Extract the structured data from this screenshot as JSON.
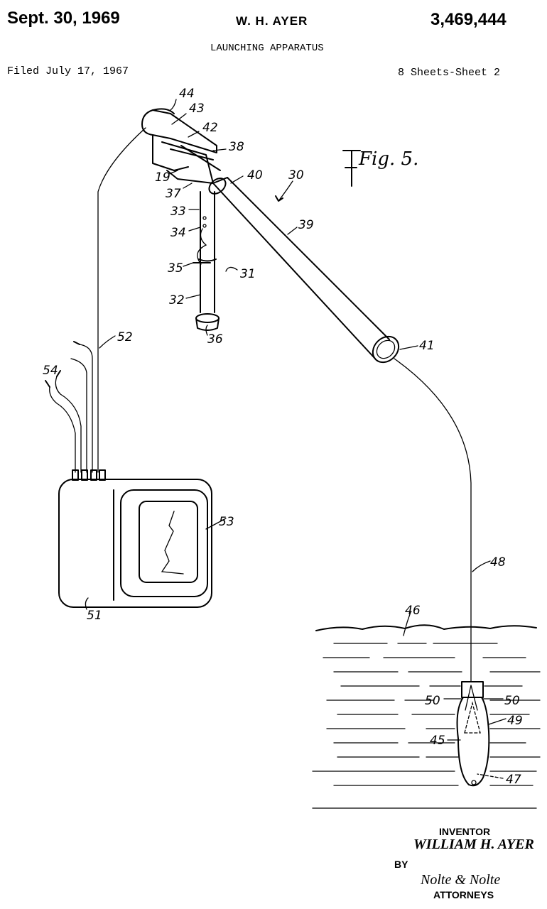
{
  "header": {
    "date": "Sept. 30, 1969",
    "inventor_name": "W. H. AYER",
    "patent_number": "3,469,444",
    "title": "LAUNCHING APPARATUS",
    "filed": "Filed July 17, 1967",
    "sheets": "8 Sheets-Sheet 2"
  },
  "figure": {
    "label": "Fig. 5.",
    "refs": {
      "r44": "44",
      "r43": "43",
      "r42": "42",
      "r38": "38",
      "r40": "40",
      "r30": "30",
      "r19": "19",
      "r37": "37",
      "r33": "33",
      "r34": "34",
      "r39": "39",
      "r35": "35",
      "r31": "31",
      "r32": "32",
      "r36": "36",
      "r52": "52",
      "r41": "41",
      "r54": "54",
      "r53": "53",
      "r48": "48",
      "r51": "51",
      "r46": "46",
      "r50a": "50",
      "r50b": "50",
      "r49": "49",
      "r45": "45",
      "r47": "47"
    }
  },
  "signature": {
    "inventor_caption": "INVENTOR",
    "inventor_signature": "WILLIAM H. AYER",
    "by": "BY",
    "attorney_signature": "Nolte & Nolte",
    "attorneys_caption": "ATTORNEYS"
  }
}
